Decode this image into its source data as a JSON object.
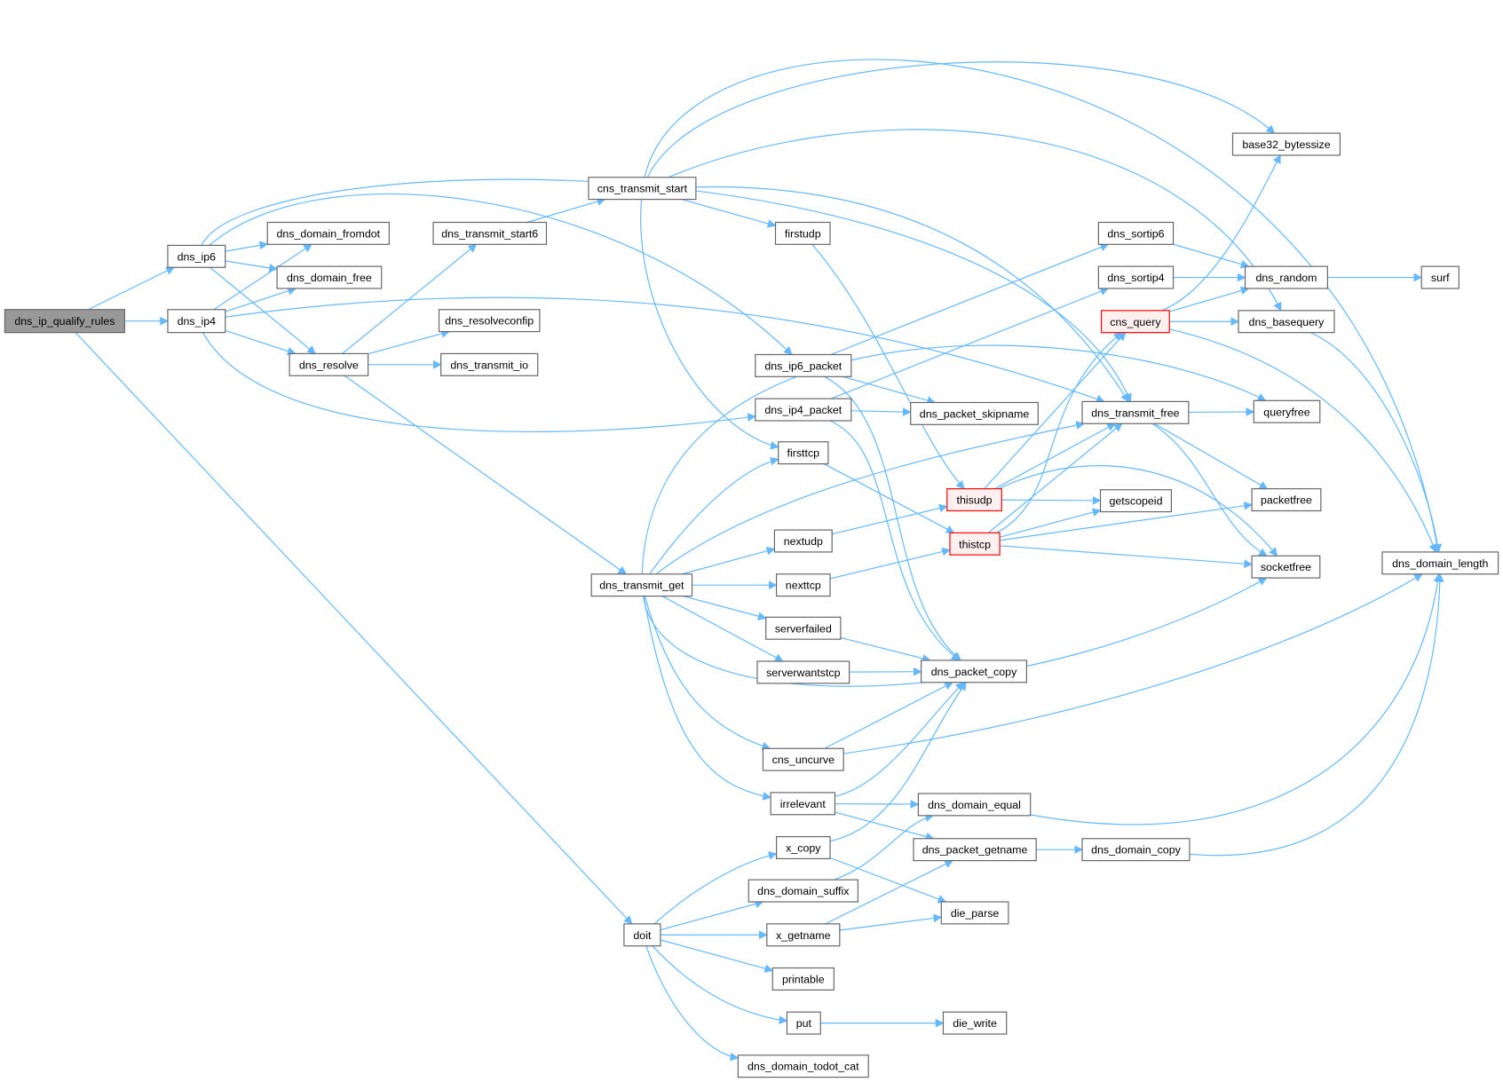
{
  "graph": {
    "title": "dns_ip_qualify_rules call graph",
    "colors": {
      "edge": "#63b8ff",
      "root_fill": "#999999",
      "highlight_border": "#ff0000",
      "highlight_fill": "#fff0f0"
    },
    "nodes": {
      "dns_ip_qualify_rules": {
        "label": "dns_ip_qualify_rules",
        "style": "root"
      },
      "dns_ip6": {
        "label": "dns_ip6"
      },
      "dns_ip4": {
        "label": "dns_ip4"
      },
      "dns_domain_fromdot": {
        "label": "dns_domain_fromdot"
      },
      "dns_domain_free": {
        "label": "dns_domain_free"
      },
      "dns_resolve": {
        "label": "dns_resolve"
      },
      "dns_transmit_start6": {
        "label": "dns_transmit_start6"
      },
      "dns_resolveconfip": {
        "label": "dns_resolveconfip"
      },
      "dns_transmit_io": {
        "label": "dns_transmit_io"
      },
      "cns_transmit_start": {
        "label": "cns_transmit_start"
      },
      "firstudp": {
        "label": "firstudp"
      },
      "dns_ip6_packet": {
        "label": "dns_ip6_packet"
      },
      "dns_ip4_packet": {
        "label": "dns_ip4_packet"
      },
      "firsttcp": {
        "label": "firsttcp"
      },
      "dns_packet_skipname": {
        "label": "dns_packet_skipname"
      },
      "nextudp": {
        "label": "nextudp"
      },
      "nexttcp": {
        "label": "nexttcp"
      },
      "dns_transmit_get": {
        "label": "dns_transmit_get"
      },
      "serverfailed": {
        "label": "serverfailed"
      },
      "serverwantstcp": {
        "label": "serverwantstcp"
      },
      "dns_packet_copy": {
        "label": "dns_packet_copy"
      },
      "cns_uncurve": {
        "label": "cns_uncurve"
      },
      "irrelevant": {
        "label": "irrelevant"
      },
      "dns_domain_equal": {
        "label": "dns_domain_equal"
      },
      "x_copy": {
        "label": "x_copy"
      },
      "dns_packet_getname": {
        "label": "dns_packet_getname"
      },
      "dns_domain_copy": {
        "label": "dns_domain_copy"
      },
      "dns_domain_suffix": {
        "label": "dns_domain_suffix"
      },
      "die_parse": {
        "label": "die_parse"
      },
      "doit": {
        "label": "doit"
      },
      "x_getname": {
        "label": "x_getname"
      },
      "printable": {
        "label": "printable"
      },
      "put": {
        "label": "put"
      },
      "die_write": {
        "label": "die_write"
      },
      "dns_domain_todot_cat": {
        "label": "dns_domain_todot_cat"
      },
      "thisudp": {
        "label": "thisudp",
        "style": "red"
      },
      "thistcp": {
        "label": "thistcp",
        "style": "red"
      },
      "dns_sortip6": {
        "label": "dns_sortip6"
      },
      "dns_sortip4": {
        "label": "dns_sortip4"
      },
      "cns_query": {
        "label": "cns_query",
        "style": "red"
      },
      "dns_transmit_free": {
        "label": "dns_transmit_free"
      },
      "getscopeid": {
        "label": "getscopeid"
      },
      "base32_bytessize": {
        "label": "base32_bytessize"
      },
      "dns_random": {
        "label": "dns_random"
      },
      "surf": {
        "label": "surf"
      },
      "dns_basequery": {
        "label": "dns_basequery"
      },
      "queryfree": {
        "label": "queryfree"
      },
      "packetfree": {
        "label": "packetfree"
      },
      "socketfree": {
        "label": "socketfree"
      },
      "dns_domain_length": {
        "label": "dns_domain_length"
      }
    },
    "edges": [
      [
        "dns_ip_qualify_rules",
        "dns_ip6"
      ],
      [
        "dns_ip_qualify_rules",
        "dns_ip4"
      ],
      [
        "dns_ip_qualify_rules",
        "doit"
      ],
      [
        "dns_ip6",
        "dns_domain_fromdot"
      ],
      [
        "dns_ip6",
        "dns_domain_free"
      ],
      [
        "dns_ip6",
        "dns_resolve"
      ],
      [
        "dns_ip6",
        "dns_ip6_packet"
      ],
      [
        "dns_ip6",
        "dns_transmit_free"
      ],
      [
        "dns_ip4",
        "dns_domain_fromdot"
      ],
      [
        "dns_ip4",
        "dns_domain_free"
      ],
      [
        "dns_ip4",
        "dns_resolve"
      ],
      [
        "dns_ip4",
        "dns_ip4_packet"
      ],
      [
        "dns_ip4",
        "dns_transmit_free"
      ],
      [
        "dns_resolve",
        "dns_transmit_start6"
      ],
      [
        "dns_resolve",
        "dns_resolveconfip"
      ],
      [
        "dns_resolve",
        "dns_transmit_io"
      ],
      [
        "dns_resolve",
        "dns_transmit_get"
      ],
      [
        "dns_transmit_start6",
        "cns_transmit_start"
      ],
      [
        "cns_transmit_start",
        "firstudp"
      ],
      [
        "cns_transmit_start",
        "firsttcp"
      ],
      [
        "cns_transmit_start",
        "dns_transmit_free"
      ],
      [
        "cns_transmit_start",
        "dns_domain_length"
      ],
      [
        "cns_transmit_start",
        "base32_bytessize"
      ],
      [
        "cns_transmit_start",
        "dns_basequery"
      ],
      [
        "firstudp",
        "thisudp"
      ],
      [
        "dns_ip6_packet",
        "dns_sortip6"
      ],
      [
        "dns_ip6_packet",
        "dns_packet_skipname"
      ],
      [
        "dns_ip6_packet",
        "dns_packet_copy"
      ],
      [
        "dns_ip4_packet",
        "dns_sortip4"
      ],
      [
        "dns_ip4_packet",
        "dns_packet_skipname"
      ],
      [
        "dns_ip4_packet",
        "dns_packet_copy"
      ],
      [
        "firsttcp",
        "thistcp"
      ],
      [
        "dns_transmit_get",
        "firsttcp"
      ],
      [
        "dns_transmit_get",
        "nextudp"
      ],
      [
        "dns_transmit_get",
        "nexttcp"
      ],
      [
        "dns_transmit_get",
        "serverfailed"
      ],
      [
        "dns_transmit_get",
        "serverwantstcp"
      ],
      [
        "dns_transmit_get",
        "cns_uncurve"
      ],
      [
        "dns_transmit_get",
        "irrelevant"
      ],
      [
        "dns_transmit_get",
        "dns_transmit_free"
      ],
      [
        "dns_transmit_get",
        "queryfree"
      ],
      [
        "dns_transmit_get",
        "socketfree"
      ],
      [
        "nextudp",
        "thisudp"
      ],
      [
        "nexttcp",
        "thistcp"
      ],
      [
        "serverfailed",
        "dns_packet_copy"
      ],
      [
        "serverwantstcp",
        "dns_packet_copy"
      ],
      [
        "cns_uncurve",
        "dns_packet_copy"
      ],
      [
        "cns_uncurve",
        "dns_domain_length"
      ],
      [
        "irrelevant",
        "dns_packet_copy"
      ],
      [
        "irrelevant",
        "dns_domain_equal"
      ],
      [
        "irrelevant",
        "dns_packet_getname"
      ],
      [
        "x_copy",
        "dns_packet_copy"
      ],
      [
        "x_copy",
        "die_parse"
      ],
      [
        "dns_domain_suffix",
        "dns_domain_equal"
      ],
      [
        "x_getname",
        "dns_packet_getname"
      ],
      [
        "x_getname",
        "die_parse"
      ],
      [
        "doit",
        "x_copy"
      ],
      [
        "doit",
        "dns_domain_suffix"
      ],
      [
        "doit",
        "x_getname"
      ],
      [
        "doit",
        "printable"
      ],
      [
        "doit",
        "put"
      ],
      [
        "doit",
        "dns_domain_todot_cat"
      ],
      [
        "put",
        "die_write"
      ],
      [
        "dns_packet_getname",
        "dns_domain_copy"
      ],
      [
        "dns_domain_copy",
        "dns_domain_length"
      ],
      [
        "dns_domain_equal",
        "dns_domain_length"
      ],
      [
        "thisudp",
        "cns_query"
      ],
      [
        "thisudp",
        "dns_transmit_free"
      ],
      [
        "thisudp",
        "getscopeid"
      ],
      [
        "thisudp",
        "socketfree"
      ],
      [
        "thistcp",
        "cns_query"
      ],
      [
        "thistcp",
        "dns_transmit_free"
      ],
      [
        "thistcp",
        "getscopeid"
      ],
      [
        "thistcp",
        "packetfree"
      ],
      [
        "thistcp",
        "socketfree"
      ],
      [
        "dns_sortip6",
        "dns_random"
      ],
      [
        "dns_sortip4",
        "dns_random"
      ],
      [
        "cns_query",
        "base32_bytessize"
      ],
      [
        "cns_query",
        "dns_random"
      ],
      [
        "cns_query",
        "dns_basequery"
      ],
      [
        "cns_query",
        "dns_domain_length"
      ],
      [
        "dns_transmit_free",
        "queryfree"
      ],
      [
        "dns_transmit_free",
        "packetfree"
      ],
      [
        "dns_transmit_free",
        "socketfree"
      ],
      [
        "dns_random",
        "surf"
      ],
      [
        "dns_basequery",
        "dns_domain_length"
      ]
    ]
  }
}
